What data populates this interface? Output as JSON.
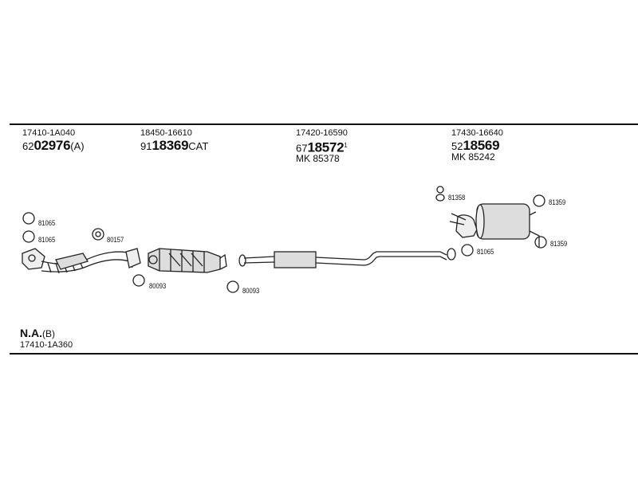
{
  "header_groups": [
    {
      "oe": "17410-1A040",
      "prefix": "62",
      "main": "02976",
      "suffix": "(A)",
      "sup": "",
      "mk": ""
    },
    {
      "oe": "18450-16610",
      "prefix": "91",
      "main": "18369",
      "suffix": "CAT",
      "sup": "",
      "mk": ""
    },
    {
      "oe": "17420-16590",
      "prefix": "67",
      "main": "18572",
      "suffix": "",
      "sup": "1",
      "mk": "MK  85378"
    },
    {
      "oe": "17430-16640",
      "prefix": "52",
      "main": "18569",
      "suffix": "",
      "sup": "",
      "mk": "MK  85242"
    }
  ],
  "part_labels": {
    "gasket_81065_a": "81065",
    "gasket_81065_b": "81065",
    "gasket_80157": "80157",
    "gasket_80093_a": "80093",
    "gasket_80093_b": "80093",
    "hanger_81358": "81358",
    "gasket_81065_c": "81065",
    "ring_81359_a": "81359",
    "ring_81359_b": "81359"
  },
  "footer": {
    "na_label": "N.A.",
    "na_suffix": "(B)",
    "na_code": "17410-1A360"
  }
}
